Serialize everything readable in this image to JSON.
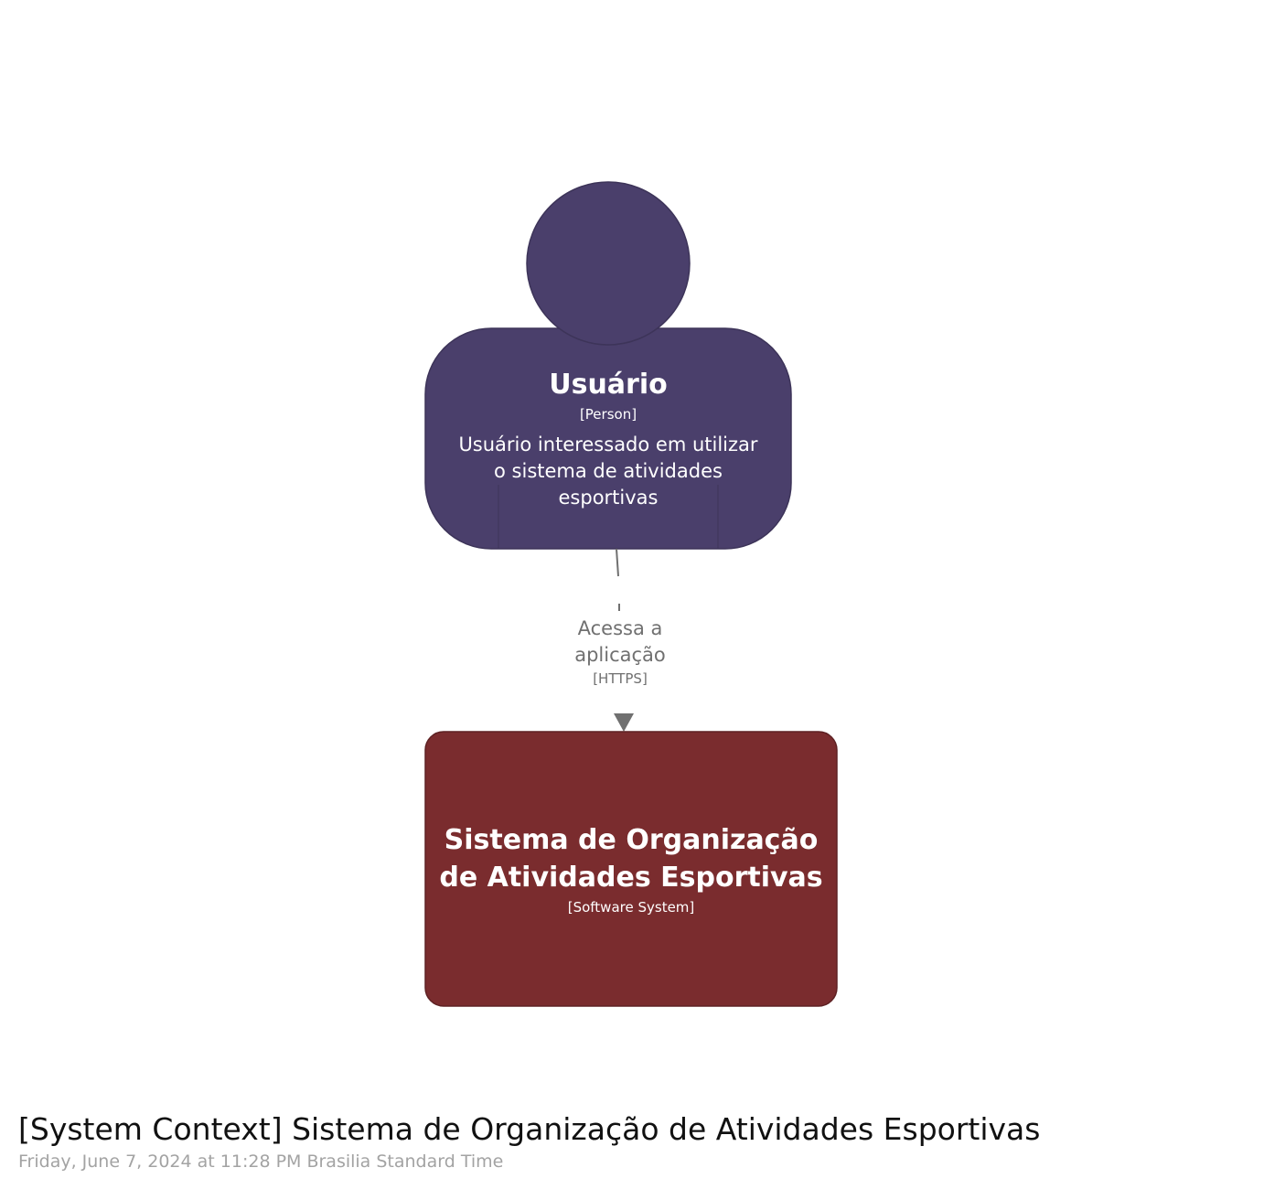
{
  "person": {
    "name": "Usuário",
    "type": "[Person]",
    "description": [
      "Usuário interessado em utilizar",
      "o sistema de atividades",
      "esportivas"
    ],
    "color": "#4a3f6b"
  },
  "relationship": {
    "label": [
      "Acessa a",
      "aplicação"
    ],
    "technology": "[HTTPS]",
    "color": "#707070"
  },
  "system": {
    "name": [
      "Sistema de Organização",
      "de Atividades Esportivas"
    ],
    "type": "[Software System]",
    "color": "#7a2c2e"
  },
  "footer": {
    "title": "[System Context] Sistema de Organização de Atividades Esportivas",
    "date": "Friday, June 7, 2024 at 11:28 PM Brasilia Standard Time"
  }
}
